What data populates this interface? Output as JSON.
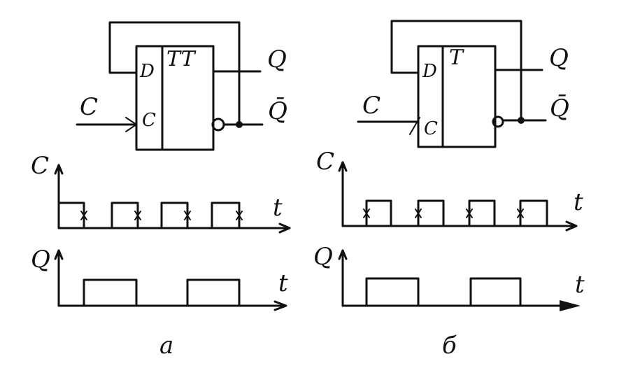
{
  "panels": [
    {
      "caption": "а",
      "box_title": "TT",
      "pin_d": "D",
      "pin_c": "C",
      "input_c": "C",
      "out_q": "Q",
      "out_qbar": "Q̄",
      "clock_axis": "C",
      "q_axis": "Q",
      "t_label": "t",
      "active_edge": "falling"
    },
    {
      "caption": "б",
      "box_title": "T",
      "pin_d": "D",
      "pin_c": "C",
      "input_c": "C",
      "out_q": "Q",
      "out_qbar": "Q̄",
      "clock_axis": "C",
      "q_axis": "Q",
      "t_label": "t",
      "active_edge": "rising"
    }
  ]
}
